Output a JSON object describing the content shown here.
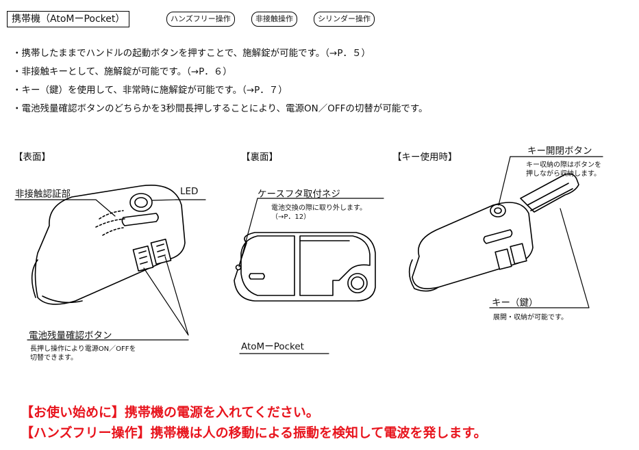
{
  "header": {
    "title": "携帯機（AtoMーPocket）",
    "tags": [
      "ハンズフリー操作",
      "非接触操作",
      "シリンダー操作"
    ]
  },
  "bullets": [
    "・携帯したままでハンドルの起動ボタンを押すことで、施解錠が可能です。（→P．５）",
    "・非接触キーとして、施解錠が可能です。（→P．６）",
    "・キー（鍵）を使用して、非常時に施解錠が可能です。（→P．７）",
    "・電池残量確認ボタンのどちらかを3秒間長押しすることにより、電源ON／OFFの切替が可能です。"
  ],
  "sections": {
    "front": "【表面】",
    "back": "【裏面】",
    "key_use": "【キー使用時】"
  },
  "labels": {
    "contactless": "非接触認証部",
    "led": "LED",
    "battery_button": "電池残量確認ボタン",
    "battery_note_1": "長押し操作により電源ON／OFFを",
    "battery_note_2": "切替できます。",
    "case_screw": "ケースフタ取付ネジ",
    "case_screw_note_1": "電池交換の際に取り外します。",
    "case_screw_note_2": "（→P．12）",
    "model_name": "AtoMーPocket",
    "key_button": "キー開閉ボタン",
    "key_button_note_1": "キー収納の際はボタンを",
    "key_button_note_2": "押しながら収納します。",
    "key": "キー（鍵）",
    "key_note": "展開・収納が可能です。"
  },
  "notices": [
    "【お使い始めに】携帯機の電源を入れてください。",
    "【ハンズフリー操作】携帯機は人の移動による振動を検知して電波を発します。"
  ],
  "colors": {
    "notice": "#e8141d",
    "line": "#000000"
  }
}
